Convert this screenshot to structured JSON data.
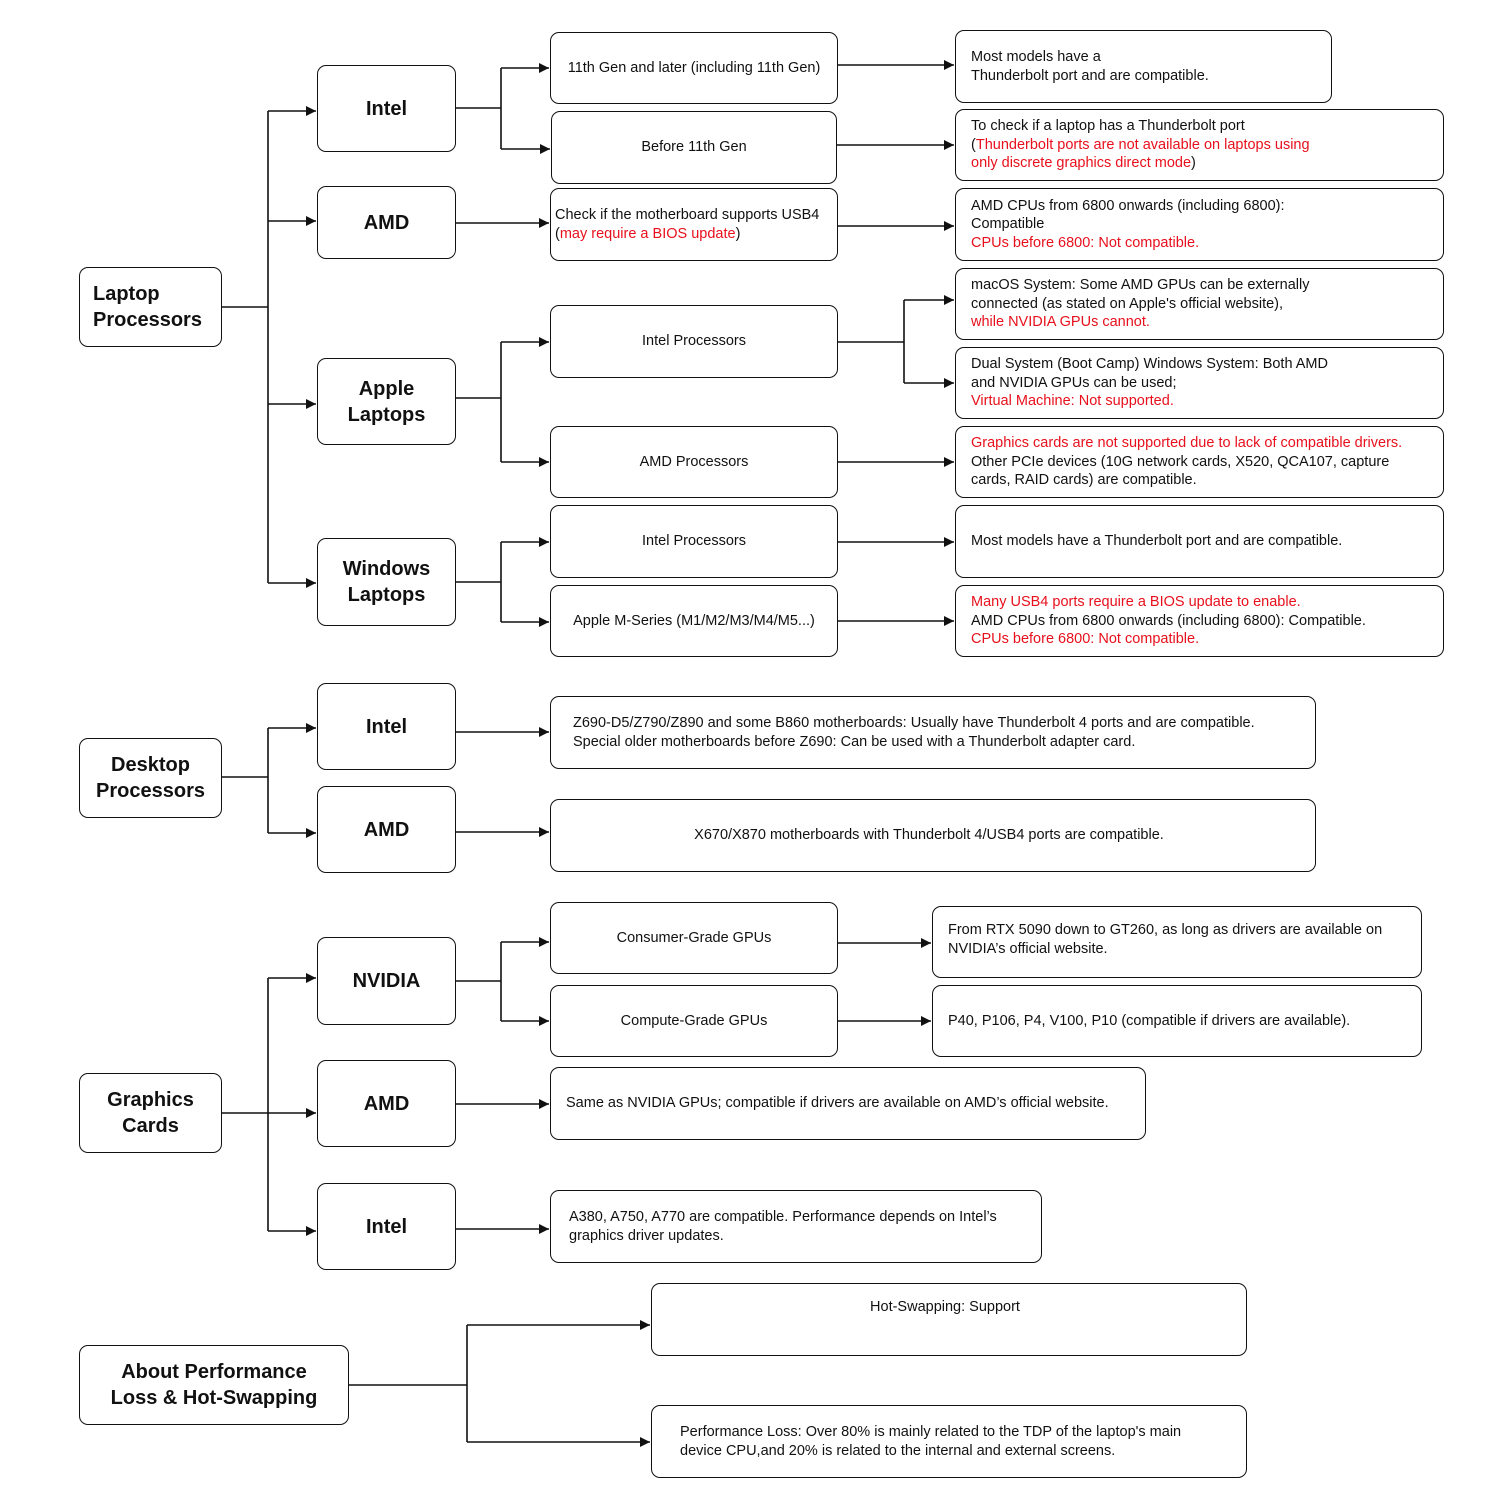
{
  "laptop": {
    "title": [
      "Laptop",
      "Processors"
    ],
    "intel": {
      "label": "Intel",
      "gen11": "11th Gen and later (including 11th Gen)",
      "gen11_result": [
        "Most models have a",
        "Thunderbolt port and are  compatible."
      ],
      "before11": "Before 11th Gen",
      "before11_result": {
        "l1": "To check if a laptop has a Thunderbolt port",
        "l2_open": "(",
        "l2_red": "Thunderbolt ports are not available on laptops using",
        "l3_red": "only discrete graphics direct mode",
        "l3_close": ")"
      }
    },
    "amd": {
      "label": "AMD",
      "check": {
        "l1": "Check if the motherboard supports USB4",
        "l2_open": " (",
        "l2_red": "may require a BIOS update",
        "l2_close": ")"
      },
      "result": {
        "l1": "AMD CPUs from 6800 onwards (including 6800):",
        "l2": "Compatible",
        "l3_red": "CPUs before 6800: Not compatible."
      }
    },
    "apple": {
      "label": [
        "Apple",
        "Laptops"
      ],
      "intel_proc": "Intel Processors",
      "macos": {
        "l1": "macOS System: Some AMD GPUs can be externally",
        "l2": "connected (as stated on Apple's official website),",
        "l3_red": "while NVIDIA GPUs cannot."
      },
      "bootcamp": {
        "l1": "Dual System (Boot Camp) Windows System: Both AMD",
        "l2": "and NVIDIA GPUs can be used;",
        "l3_red": "Virtual Machine: Not supported."
      },
      "amd_proc": "AMD  Processors",
      "amd_result": {
        "l1_red": "Graphics cards are not supported due to lack of compatible drivers.",
        "l2": "Other PCIe devices (10G network cards, X520, QCA107, capture",
        "l3": "cards, RAID cards) are compatible."
      }
    },
    "windows": {
      "label": [
        "Windows",
        "Laptops"
      ],
      "intel_proc": "Intel Processors",
      "intel_result": "Most models have a Thunderbolt port and are compatible.",
      "apple_m": "Apple M-Series (M1/M2/M3/M4/M5...)",
      "apple_m_result": {
        "l1_red": "Many USB4 ports require a BIOS update to enable.",
        "l2": "AMD CPUs from 6800 onwards (including 6800): Compatible.",
        "l3_red": "CPUs before 6800: Not compatible."
      }
    }
  },
  "desktop": {
    "title": [
      "Desktop",
      "Processors"
    ],
    "intel": {
      "label": "Intel",
      "result": [
        "Z690-D5/Z790/Z890 and some B860 motherboards: Usually have Thunderbolt 4 ports and are compatible.",
        "Special older motherboards before Z690: Can be used with a Thunderbolt adapter card."
      ]
    },
    "amd": {
      "label": "AMD",
      "result": "X670/X870 motherboards with Thunderbolt 4/USB4 ports are compatible."
    }
  },
  "gpu": {
    "title": [
      "Graphics",
      "Cards"
    ],
    "nvidia": {
      "label": "NVIDIA",
      "consumer": "Consumer-Grade GPUs",
      "consumer_result": [
        "From RTX 5090 down to GT260, as long as drivers are available on",
        "NVIDIA’s official website."
      ],
      "compute": "Compute-Grade GPUs",
      "compute_result": "P40, P106, P4, V100, P10 (compatible if drivers are available)."
    },
    "amd": {
      "label": "AMD",
      "result": "Same as NVIDIA GPUs; compatible if drivers are available on AMD’s official website."
    },
    "intel": {
      "label": "Intel",
      "result": [
        "A380, A750, A770 are compatible. Performance depends on Intel’s",
        "graphics driver updates."
      ]
    }
  },
  "perf": {
    "title": [
      "About Performance",
      "Loss & Hot-Swapping"
    ],
    "hot": "Hot-Swapping: Support",
    "loss": [
      "Performance Loss: Over 80% is mainly related to the TDP of the laptop's main",
      "device CPU,and 20% is related to the internal and external screens."
    ]
  },
  "colors": {
    "red": "#e8101c",
    "ink": "#111111"
  }
}
